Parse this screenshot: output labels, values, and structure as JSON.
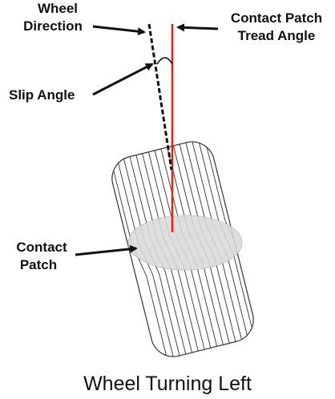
{
  "labels": {
    "wheel_direction_line1": "Wheel",
    "wheel_direction_line2": "Direction",
    "contact_patch_tread_line1": "Contact Patch",
    "contact_patch_tread_line2": "Tread Angle",
    "slip_angle": "Slip Angle",
    "contact_patch_line1": "Contact",
    "contact_patch_line2": "Patch"
  },
  "caption": "Wheel Turning Left",
  "colors": {
    "tread_angle_line": "#e2231a",
    "wheel_direction_line": "#111111",
    "contact_patch_fill": "#d9d9d9",
    "tire_lines": "#333333",
    "text": "#111111"
  }
}
